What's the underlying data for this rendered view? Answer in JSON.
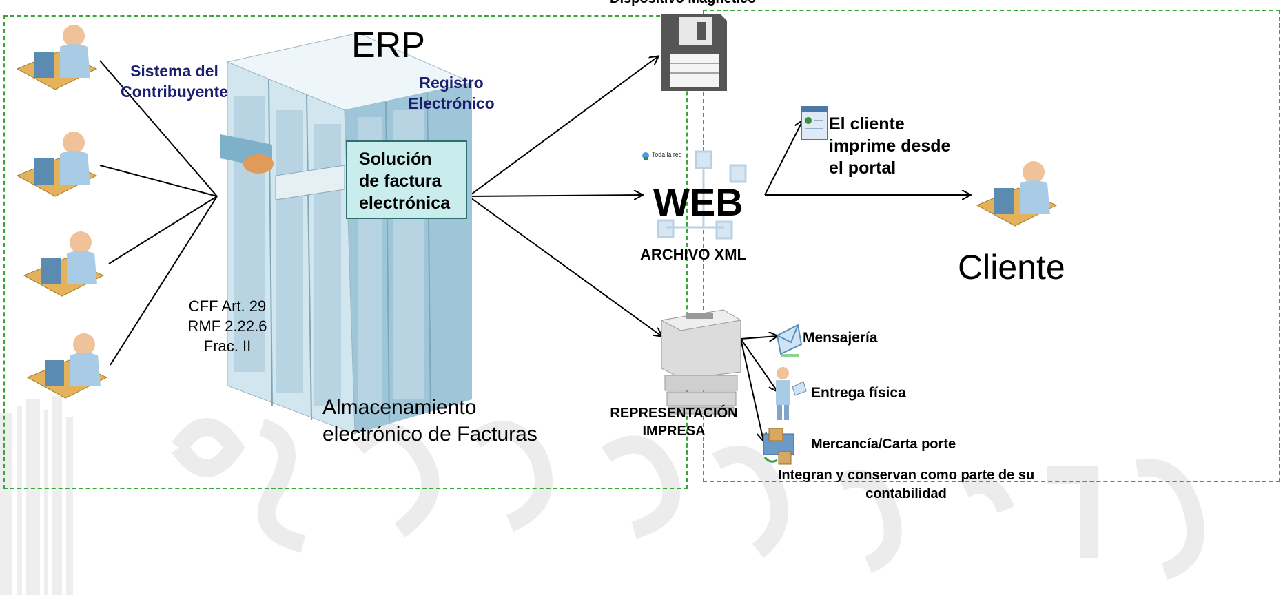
{
  "erp_title": "ERP",
  "sistema": {
    "line1": "Sistema del",
    "line2": "Contribuyente"
  },
  "registro": {
    "line1": "Registro",
    "line2": "Electrónico"
  },
  "solucion": {
    "line1": "Solución",
    "line2": "de factura",
    "line3": "electrónica"
  },
  "cff": {
    "line1": "CFF Art. 29",
    "line2": "RMF 2.22.6",
    "line3": "Frac. II"
  },
  "almacenamiento": {
    "line1": "Almacenamiento",
    "line2": "electrónico de Facturas"
  },
  "dispositivo": "Dispositivo Magnético",
  "toda_red": "Toda la red",
  "web": "WEB",
  "archivo_xml": "ARCHIVO XML",
  "representacion": {
    "line1": "REPRESENTACIÓN",
    "line2": "IMPRESA"
  },
  "cliente_imprime": {
    "line1": "El cliente",
    "line2": "imprime desde",
    "line3": "el  portal"
  },
  "cliente": "Cliente",
  "mensajeria": "Mensajería",
  "entrega": "Entrega física",
  "mercancia": "Mercancía/Carta porte",
  "integran": {
    "line1": "Integran y conservan como parte de su",
    "line2": "contabilidad"
  },
  "colors": {
    "dash_green": "#3aa63a",
    "navy_text": "#1a1f6e",
    "solution_box_bg": "#c9ecec",
    "solution_box_border": "#2f6f6f"
  }
}
